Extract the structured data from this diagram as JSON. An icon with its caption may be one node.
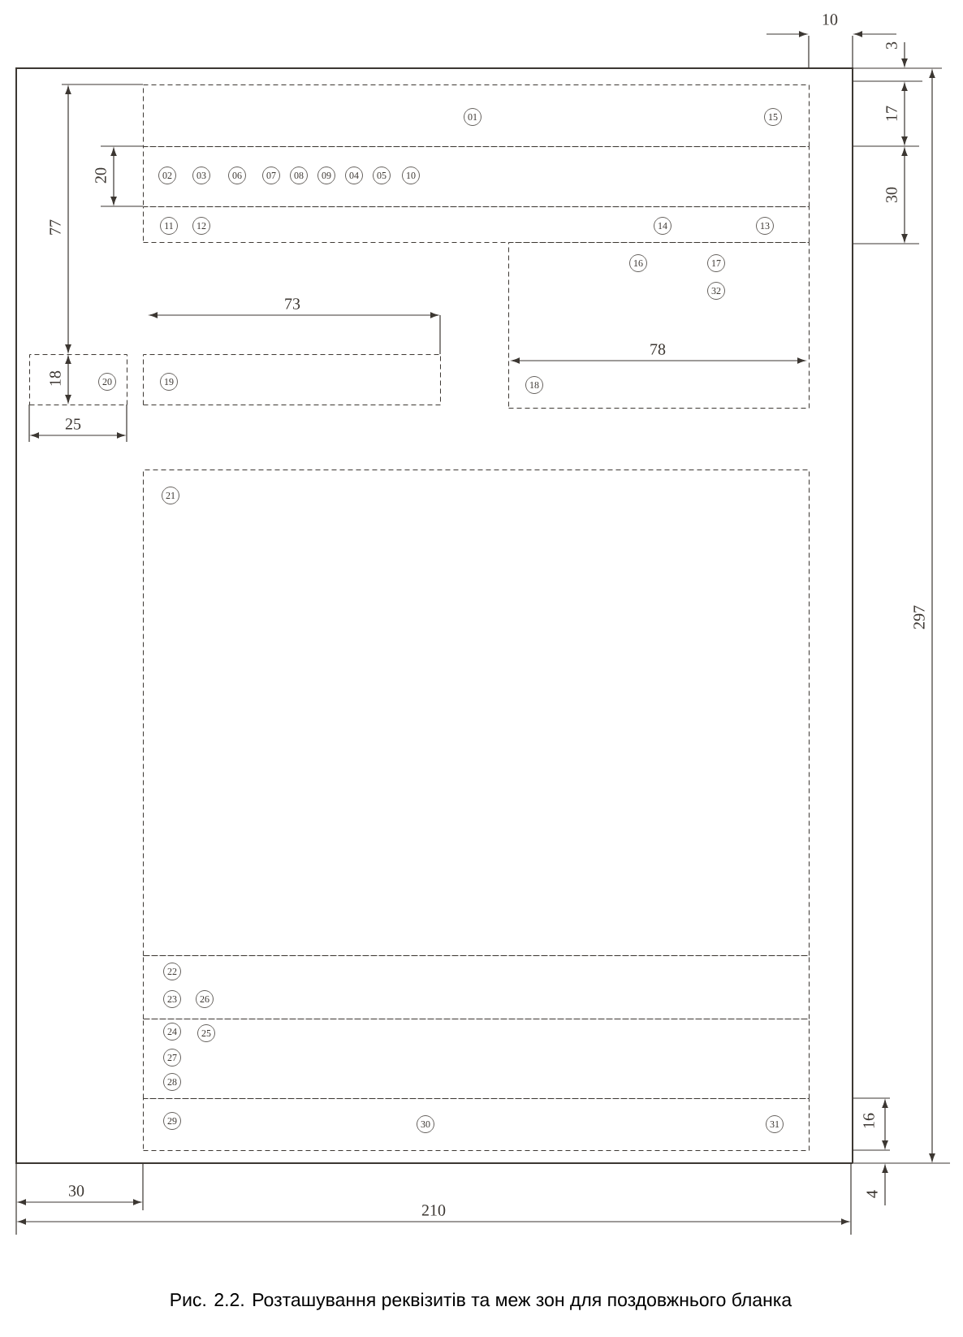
{
  "diagram": {
    "caption": "Рис. 2.2. Розташування реквізитів та меж зон для поздовжнього бланка",
    "nodes": [
      {
        "text": [
          "01",
          "15"
        ]
      },
      {
        "text": [
          "02",
          "03",
          "06",
          "07",
          "08",
          "09",
          "04",
          "05",
          "10"
        ]
      },
      {
        "text": [
          "11",
          "12",
          "14",
          "13"
        ]
      },
      {
        "text": [
          "16",
          "17",
          "32",
          "18"
        ]
      },
      {
        "text": [
          "19"
        ]
      },
      {
        "text": [
          "20"
        ]
      },
      {
        "text": [
          "21"
        ]
      },
      {
        "text": [
          "22",
          "23",
          "26"
        ]
      },
      {
        "text": [
          "24",
          "25",
          "27",
          "28"
        ]
      },
      {
        "text": [
          "29",
          "30",
          "31"
        ]
      }
    ],
    "labels": [
      "10",
      "3",
      "17",
      "77",
      "20",
      "30",
      "73",
      "78",
      "18",
      "25",
      "297",
      "16",
      "30",
      "210",
      "4"
    ]
  }
}
